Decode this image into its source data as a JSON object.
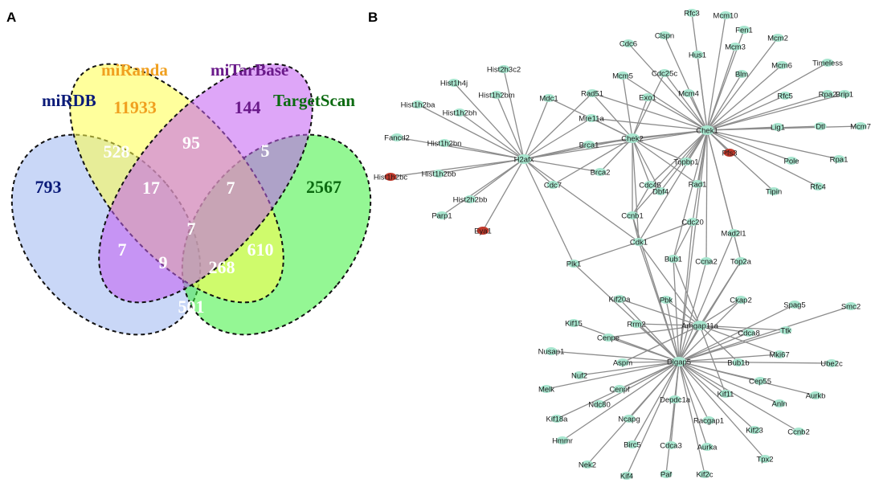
{
  "panels": {
    "a": "A",
    "b": "B"
  },
  "venn": {
    "sets": [
      {
        "key": "mirdb",
        "label": "miRDB",
        "fill": "#9db7f0",
        "text_color": "#0a1a78"
      },
      {
        "key": "miranda",
        "label": "miRanda",
        "fill": "#ffff4a",
        "text_color": "#f0a020"
      },
      {
        "key": "mitarbase",
        "label": "miTarBase",
        "fill": "#c25cf2",
        "text_color": "#6a1a8a"
      },
      {
        "key": "targetscan",
        "label": "TargetScan",
        "fill": "#3df03d",
        "text_color": "#0b6a10"
      }
    ],
    "counts": {
      "miranda_only": "11933",
      "mitarbase_only": "144",
      "mirdb_only": "793",
      "targetscan_only": "2567",
      "mirdb_miranda": "528",
      "miranda_mitarbase": "95",
      "mitarbase_targetscan": "5",
      "mirdb_miranda_mitarbase": "17",
      "miranda_mitarbase_targetscan": "7",
      "all_four": "7",
      "mirdb_mitarbase": "7",
      "mirdb_mitarbase_targetscan": "9",
      "mirdb_miranda_targetscan": "268",
      "miranda_targetscan": "610",
      "mirdb_targetscan": "501"
    }
  },
  "network": {
    "node_color": "#a8e6cf",
    "highlight_color": "#c0392b",
    "edge_color": "#8c8c8c",
    "nodes": [
      {
        "id": "H2afx",
        "label": "H2afx",
        "hub": true
      },
      {
        "id": "Chek2",
        "label": "Chek2",
        "hub": true
      },
      {
        "id": "Chek1",
        "label": "Chek1",
        "hub": true
      },
      {
        "id": "Dlgap5",
        "label": "Dlgap5",
        "hub": true
      },
      {
        "id": "Arhgap11a",
        "label": "Arhgap11a",
        "hub": true
      },
      {
        "id": "Hist2h3c2",
        "label": "Hist2h3c2"
      },
      {
        "id": "Hist1h4j",
        "label": "Hist1h4j"
      },
      {
        "id": "Hist1h2bm",
        "label": "Hist1h2bm"
      },
      {
        "id": "Hist1h2ba",
        "label": "Hist1h2ba"
      },
      {
        "id": "Hist1h2bh",
        "label": "Hist1h2bh"
      },
      {
        "id": "Hist1h2bn",
        "label": "Hist1h2bn"
      },
      {
        "id": "Fancd2",
        "label": "Fancd2"
      },
      {
        "id": "Hist1h2bc",
        "label": "Hist1h2bc",
        "highlight": true
      },
      {
        "id": "Hist1h2bb",
        "label": "Hist1h2bb"
      },
      {
        "id": "Hist2h2bb",
        "label": "Hist2h2bb"
      },
      {
        "id": "Parp1",
        "label": "Parp1"
      },
      {
        "id": "Eya1",
        "label": "Eya1",
        "highlight": true
      },
      {
        "id": "Mdc1",
        "label": "Mdc1"
      },
      {
        "id": "Brca1",
        "label": "Brca1"
      },
      {
        "id": "Brca2",
        "label": "Brca2"
      },
      {
        "id": "Cdc7",
        "label": "Cdc7"
      },
      {
        "id": "Rad51",
        "label": "Rad51"
      },
      {
        "id": "Mre11a",
        "label": "Mre11a"
      },
      {
        "id": "Exo1",
        "label": "Exo1"
      },
      {
        "id": "Mcm5",
        "label": "Mcm5"
      },
      {
        "id": "Cdc6",
        "label": "Cdc6"
      },
      {
        "id": "Clspn",
        "label": "Clspn"
      },
      {
        "id": "Rfc3",
        "label": "Rfc3"
      },
      {
        "id": "Mcm10",
        "label": "Mcm10"
      },
      {
        "id": "Hus1",
        "label": "Hus1"
      },
      {
        "id": "Fen1",
        "label": "Fen1"
      },
      {
        "id": "Mcm3",
        "label": "Mcm3"
      },
      {
        "id": "Mcm2",
        "label": "Mcm2"
      },
      {
        "id": "Cdc25c",
        "label": "Cdc25c"
      },
      {
        "id": "Mcm4",
        "label": "Mcm4"
      },
      {
        "id": "Blm",
        "label": "Blm"
      },
      {
        "id": "Mcm6",
        "label": "Mcm6"
      },
      {
        "id": "Timeless",
        "label": "Timeless"
      },
      {
        "id": "Rfc5",
        "label": "Rfc5"
      },
      {
        "id": "Rpa2",
        "label": "Rpa2"
      },
      {
        "id": "Brip1",
        "label": "Brip1"
      },
      {
        "id": "Lig1",
        "label": "Lig1"
      },
      {
        "id": "Dtl",
        "label": "Dtl"
      },
      {
        "id": "Mcm7",
        "label": "Mcm7"
      },
      {
        "id": "Pole",
        "label": "Pole"
      },
      {
        "id": "Rpa1",
        "label": "Rpa1"
      },
      {
        "id": "Rfc4",
        "label": "Rfc4"
      },
      {
        "id": "Tipin",
        "label": "Tipin"
      },
      {
        "id": "Pfs3",
        "label": "Pfs3",
        "highlight": true
      },
      {
        "id": "Topbp1",
        "label": "Topbp1"
      },
      {
        "id": "Rad1",
        "label": "Rad1"
      },
      {
        "id": "Dbf4",
        "label": "Dbf4"
      },
      {
        "id": "Cdc45",
        "label": "Cdc45"
      },
      {
        "id": "Ccnb1",
        "label": "Ccnb1"
      },
      {
        "id": "Cdk1",
        "label": "Cdk1"
      },
      {
        "id": "Cdc20",
        "label": "Cdc20"
      },
      {
        "id": "Mad2l1",
        "label": "Mad2l1"
      },
      {
        "id": "Bub1",
        "label": "Bub1"
      },
      {
        "id": "Ccna2",
        "label": "Ccna2"
      },
      {
        "id": "Top2a",
        "label": "Top2a"
      },
      {
        "id": "Plk1",
        "label": "Plk1"
      },
      {
        "id": "Kif20a",
        "label": "Kif20a"
      },
      {
        "id": "Pbk",
        "label": "Pbk"
      },
      {
        "id": "Ckap2",
        "label": "Ckap2"
      },
      {
        "id": "Spag5",
        "label": "Spag5"
      },
      {
        "id": "Smc2",
        "label": "Smc2"
      },
      {
        "id": "Kif15",
        "label": "Kif15"
      },
      {
        "id": "Rrm2",
        "label": "Rrm2"
      },
      {
        "id": "Cdca8",
        "label": "Cdca8"
      },
      {
        "id": "Ttk",
        "label": "Ttk"
      },
      {
        "id": "Cenpe",
        "label": "Cenpe"
      },
      {
        "id": "Nusap1",
        "label": "Nusap1"
      },
      {
        "id": "Aspm",
        "label": "Aspm"
      },
      {
        "id": "Mki67",
        "label": "Mki67"
      },
      {
        "id": "Bub1b",
        "label": "Bub1b"
      },
      {
        "id": "Ube2c",
        "label": "Ube2c"
      },
      {
        "id": "Nuf2",
        "label": "Nuf2"
      },
      {
        "id": "Cep55",
        "label": "Cep55"
      },
      {
        "id": "Melk",
        "label": "Melk"
      },
      {
        "id": "Cenpf",
        "label": "Cenpf"
      },
      {
        "id": "Kif11",
        "label": "Kif11"
      },
      {
        "id": "Anln",
        "label": "Anln"
      },
      {
        "id": "Aurkb",
        "label": "Aurkb"
      },
      {
        "id": "Ndc80",
        "label": "Ndc80"
      },
      {
        "id": "Depdc1a",
        "label": "Depdc1a"
      },
      {
        "id": "Kif18a",
        "label": "Kif18a"
      },
      {
        "id": "Ncapg",
        "label": "Ncapg"
      },
      {
        "id": "Racgap1",
        "label": "Racgap1"
      },
      {
        "id": "Kif23",
        "label": "Kif23"
      },
      {
        "id": "Ccnb2",
        "label": "Ccnb2"
      },
      {
        "id": "Hmmr",
        "label": "Hmmr"
      },
      {
        "id": "Birc5",
        "label": "Birc5"
      },
      {
        "id": "Cdca3",
        "label": "Cdca3"
      },
      {
        "id": "Aurka",
        "label": "Aurka"
      },
      {
        "id": "Tpx2",
        "label": "Tpx2"
      },
      {
        "id": "Nek2",
        "label": "Nek2"
      },
      {
        "id": "Kif4",
        "label": "Kif4"
      },
      {
        "id": "Paf",
        "label": "Paf"
      },
      {
        "id": "Kif2c",
        "label": "Kif2c"
      }
    ],
    "edges": [
      [
        "H2afx",
        "Hist2h3c2"
      ],
      [
        "H2afx",
        "Hist1h4j"
      ],
      [
        "H2afx",
        "Hist1h2bm"
      ],
      [
        "H2afx",
        "Hist1h2ba"
      ],
      [
        "H2afx",
        "Hist1h2bh"
      ],
      [
        "H2afx",
        "Hist1h2bn"
      ],
      [
        "H2afx",
        "Fancd2"
      ],
      [
        "H2afx",
        "Hist1h2bc"
      ],
      [
        "H2afx",
        "Hist1h2bb"
      ],
      [
        "H2afx",
        "Hist2h2bb"
      ],
      [
        "H2afx",
        "Parp1"
      ],
      [
        "H2afx",
        "Eya1"
      ],
      [
        "H2afx",
        "Mdc1"
      ],
      [
        "H2afx",
        "Brca1"
      ],
      [
        "H2afx",
        "Rad51"
      ],
      [
        "H2afx",
        "Mre11a"
      ],
      [
        "H2afx",
        "Chek2"
      ],
      [
        "H2afx",
        "Chek1"
      ],
      [
        "H2afx",
        "Brca2"
      ],
      [
        "H2afx",
        "Cdc7"
      ],
      [
        "H2afx",
        "Plk1"
      ],
      [
        "H2afx",
        "Cdk1"
      ],
      [
        "Chek2",
        "Rad51"
      ],
      [
        "Chek2",
        "Mre11a"
      ],
      [
        "Chek2",
        "Exo1"
      ],
      [
        "Chek2",
        "Mcm5"
      ],
      [
        "Chek2",
        "Cdc25c"
      ],
      [
        "Chek2",
        "Brca1"
      ],
      [
        "Chek2",
        "Brca2"
      ],
      [
        "Chek2",
        "Cdc45"
      ],
      [
        "Chek2",
        "Dbf4"
      ],
      [
        "Chek2",
        "Ccnb1"
      ],
      [
        "Chek2",
        "Cdk1"
      ],
      [
        "Chek2",
        "Chek1"
      ],
      [
        "Chek2",
        "Topbp1"
      ],
      [
        "Chek2",
        "Rad1"
      ],
      [
        "Chek2",
        "Cdc7"
      ],
      [
        "Chek2",
        "Mdc1"
      ],
      [
        "Chek1",
        "Mcm5"
      ],
      [
        "Chek1",
        "Cdc6"
      ],
      [
        "Chek1",
        "Clspn"
      ],
      [
        "Chek1",
        "Rfc3"
      ],
      [
        "Chek1",
        "Mcm10"
      ],
      [
        "Chek1",
        "Hus1"
      ],
      [
        "Chek1",
        "Fen1"
      ],
      [
        "Chek1",
        "Mcm3"
      ],
      [
        "Chek1",
        "Mcm2"
      ],
      [
        "Chek1",
        "Cdc25c"
      ],
      [
        "Chek1",
        "Mcm4"
      ],
      [
        "Chek1",
        "Blm"
      ],
      [
        "Chek1",
        "Mcm6"
      ],
      [
        "Chek1",
        "Timeless"
      ],
      [
        "Chek1",
        "Rfc5"
      ],
      [
        "Chek1",
        "Rpa2"
      ],
      [
        "Chek1",
        "Brip1"
      ],
      [
        "Chek1",
        "Lig1"
      ],
      [
        "Chek1",
        "Dtl"
      ],
      [
        "Chek1",
        "Mcm7"
      ],
      [
        "Chek1",
        "Pole"
      ],
      [
        "Chek1",
        "Rpa1"
      ],
      [
        "Chek1",
        "Rfc4"
      ],
      [
        "Chek1",
        "Tipin"
      ],
      [
        "Chek1",
        "Pfs3"
      ],
      [
        "Chek1",
        "Topbp1"
      ],
      [
        "Chek1",
        "Rad1"
      ],
      [
        "Chek1",
        "Exo1"
      ],
      [
        "Chek1",
        "Rad51"
      ],
      [
        "Chek1",
        "Brca1"
      ],
      [
        "Chek1",
        "Cdc45"
      ],
      [
        "Chek1",
        "Dbf4"
      ],
      [
        "Chek1",
        "Ccnb1"
      ],
      [
        "Chek1",
        "Cdk1"
      ],
      [
        "Chek1",
        "Cdc20"
      ],
      [
        "Chek1",
        "Mad2l1"
      ],
      [
        "Chek1",
        "Top2a"
      ],
      [
        "Chek1",
        "Ccna2"
      ],
      [
        "Chek1",
        "Bub1"
      ],
      [
        "Chek1",
        "Mre11a"
      ],
      [
        "Chek1",
        "Dlgap5"
      ],
      [
        "Dlgap5",
        "Cdk1"
      ],
      [
        "Dlgap5",
        "Ccnb1"
      ],
      [
        "Dlgap5",
        "Cdc20"
      ],
      [
        "Dlgap5",
        "Mad2l1"
      ],
      [
        "Dlgap5",
        "Bub1"
      ],
      [
        "Dlgap5",
        "Ccna2"
      ],
      [
        "Dlgap5",
        "Top2a"
      ],
      [
        "Dlgap5",
        "Plk1"
      ],
      [
        "Dlgap5",
        "Kif20a"
      ],
      [
        "Dlgap5",
        "Pbk"
      ],
      [
        "Dlgap5",
        "Ckap2"
      ],
      [
        "Dlgap5",
        "Spag5"
      ],
      [
        "Dlgap5",
        "Smc2"
      ],
      [
        "Dlgap5",
        "Kif15"
      ],
      [
        "Dlgap5",
        "Rrm2"
      ],
      [
        "Dlgap5",
        "Arhgap11a"
      ],
      [
        "Dlgap5",
        "Cdca8"
      ],
      [
        "Dlgap5",
        "Ttk"
      ],
      [
        "Dlgap5",
        "Cenpe"
      ],
      [
        "Dlgap5",
        "Nusap1"
      ],
      [
        "Dlgap5",
        "Aspm"
      ],
      [
        "Dlgap5",
        "Mki67"
      ],
      [
        "Dlgap5",
        "Bub1b"
      ],
      [
        "Dlgap5",
        "Ube2c"
      ],
      [
        "Dlgap5",
        "Nuf2"
      ],
      [
        "Dlgap5",
        "Cep55"
      ],
      [
        "Dlgap5",
        "Melk"
      ],
      [
        "Dlgap5",
        "Cenpf"
      ],
      [
        "Dlgap5",
        "Kif11"
      ],
      [
        "Dlgap5",
        "Anln"
      ],
      [
        "Dlgap5",
        "Aurkb"
      ],
      [
        "Dlgap5",
        "Ndc80"
      ],
      [
        "Dlgap5",
        "Depdc1a"
      ],
      [
        "Dlgap5",
        "Kif18a"
      ],
      [
        "Dlgap5",
        "Ncapg"
      ],
      [
        "Dlgap5",
        "Racgap1"
      ],
      [
        "Dlgap5",
        "Kif23"
      ],
      [
        "Dlgap5",
        "Ccnb2"
      ],
      [
        "Dlgap5",
        "Hmmr"
      ],
      [
        "Dlgap5",
        "Birc5"
      ],
      [
        "Dlgap5",
        "Cdca3"
      ],
      [
        "Dlgap5",
        "Aurka"
      ],
      [
        "Dlgap5",
        "Tpx2"
      ],
      [
        "Dlgap5",
        "Nek2"
      ],
      [
        "Dlgap5",
        "Kif4"
      ],
      [
        "Dlgap5",
        "Paf"
      ],
      [
        "Dlgap5",
        "Kif2c"
      ],
      [
        "Arhgap11a",
        "Kif20a"
      ],
      [
        "Arhgap11a",
        "Rrm2"
      ],
      [
        "Arhgap11a",
        "Cenpe"
      ],
      [
        "Arhgap11a",
        "Ttk"
      ],
      [
        "Arhgap11a",
        "Pbk"
      ],
      [
        "Arhgap11a",
        "Ckap2"
      ],
      [
        "Arhgap11a",
        "Cdca8"
      ],
      [
        "Arhgap11a",
        "Mki67"
      ],
      [
        "Arhgap11a",
        "Cdk1"
      ],
      [
        "Arhgap11a",
        "Bub1"
      ],
      [
        "Arhgap11a",
        "Top2a"
      ],
      [
        "Arhgap11a",
        "Kif11"
      ],
      [
        "Arhgap11a",
        "Bub1b"
      ],
      [
        "Arhgap11a",
        "Aspm"
      ],
      [
        "Cdk1",
        "Ccnb1"
      ],
      [
        "Cdk1",
        "Cdc20"
      ],
      [
        "Cdk1",
        "Plk1"
      ],
      [
        "Ccnb1",
        "Cdc45"
      ],
      [
        "Mad2l1",
        "Top2a"
      ],
      [
        "Bub1",
        "Cdc20"
      ]
    ]
  }
}
